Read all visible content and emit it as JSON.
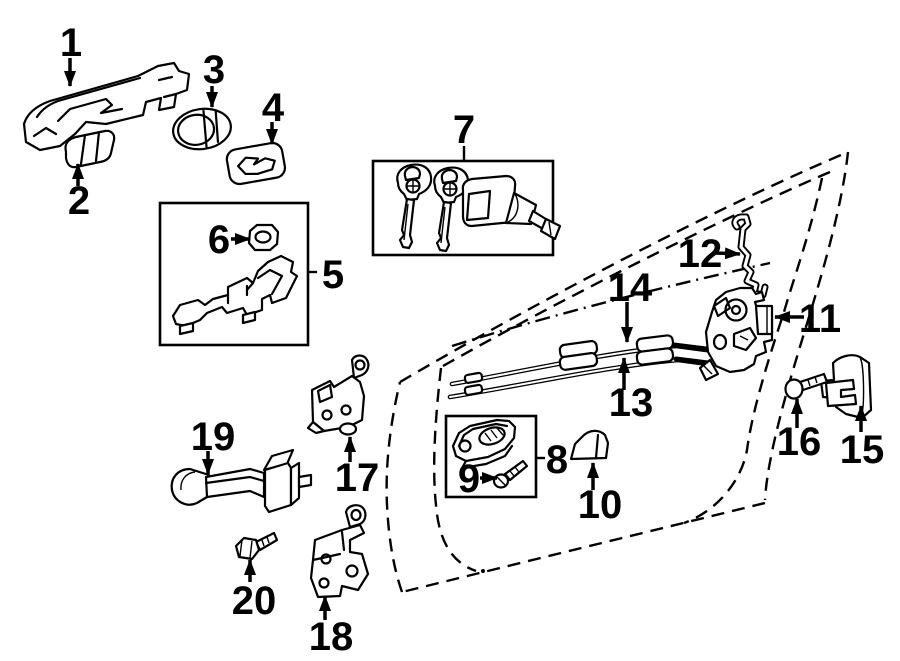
{
  "diagram": {
    "type": "exploded-parts-diagram",
    "background_color": "#ffffff",
    "line_color": "#000000",
    "callouts": {
      "c1": "1",
      "c2": "2",
      "c3": "3",
      "c4": "4",
      "c5": "5",
      "c6": "6",
      "c7": "7",
      "c8": "8",
      "c9": "9",
      "c10": "10",
      "c11": "11",
      "c12": "12",
      "c13": "13",
      "c14": "14",
      "c15": "15",
      "c16": "16",
      "c17": "17",
      "c18": "18",
      "c19": "19",
      "c20": "20"
    }
  }
}
